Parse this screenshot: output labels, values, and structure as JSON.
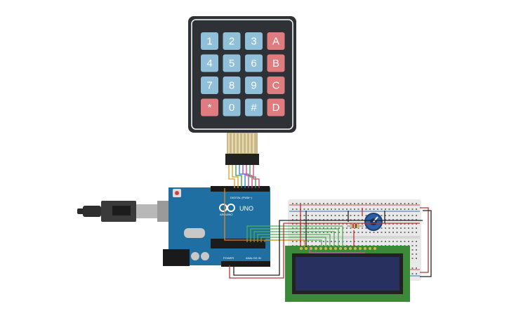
{
  "keypad": {
    "keys": [
      [
        "1",
        "2",
        "3",
        "A"
      ],
      [
        "4",
        "5",
        "6",
        "B"
      ],
      [
        "7",
        "8",
        "9",
        "C"
      ],
      [
        "*",
        "0",
        "#",
        "D"
      ]
    ]
  },
  "arduino": {
    "brand": "UNO",
    "sub_label": "ARDUINO",
    "digital_label": "DIGITAL (PWM~)",
    "power_label": "POWER",
    "analog_label": "ANALOG IN"
  },
  "colors": {
    "keypad_body": "#2e3236",
    "key_numeric": "#8fbfd9",
    "key_letter": "#e07b7f",
    "arduino_board": "#1f6fa3",
    "breadboard": "#e9e9e9",
    "lcd_board": "#3a8a3a",
    "lcd_screen": "#27305e"
  }
}
